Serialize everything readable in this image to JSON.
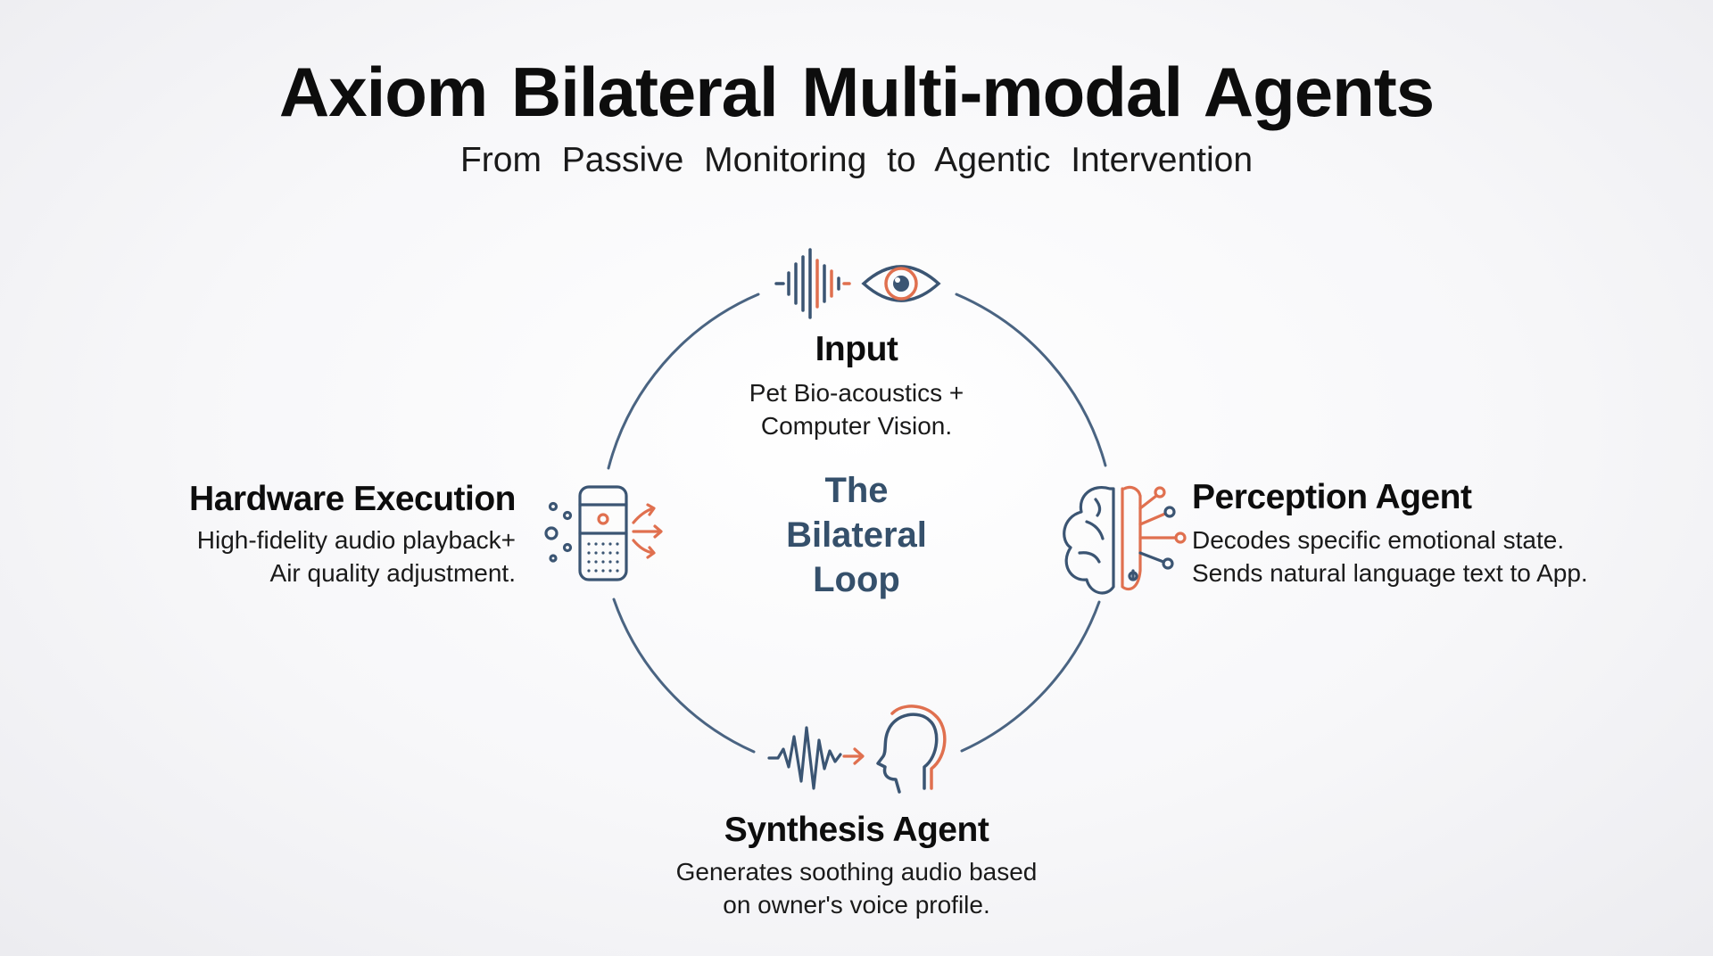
{
  "title": "Axiom Bilateral Multi-modal Agents",
  "subtitle": "From Passive Monitoring to Agentic Intervention",
  "center": {
    "lines": [
      "The",
      "Bilateral",
      "Loop"
    ]
  },
  "nodes": {
    "input": {
      "title": "Input",
      "desc": [
        "Pet Bio-acoustics +",
        "Computer Vision."
      ]
    },
    "perception": {
      "title": "Perception Agent",
      "desc": [
        "Decodes specific emotional state.",
        "Sends natural language text to App."
      ]
    },
    "synthesis": {
      "title": "Synthesis Agent",
      "desc": [
        "Generates soothing audio based",
        "on owner's voice profile."
      ]
    },
    "hardware": {
      "title": "Hardware Execution",
      "desc": [
        "High-fidelity audio playback+",
        "Air quality adjustment."
      ]
    }
  },
  "icons": {
    "input": [
      "waveform-icon",
      "eye-icon"
    ],
    "perception": "brain-circuit-icon",
    "synthesis": [
      "waveform-arrow-icon",
      "head-profile-icon"
    ],
    "hardware": "air-purifier-speaker-icon"
  },
  "colors": {
    "navy": "#3b5573",
    "coral": "#e0704f",
    "center_text": "#35506b"
  }
}
